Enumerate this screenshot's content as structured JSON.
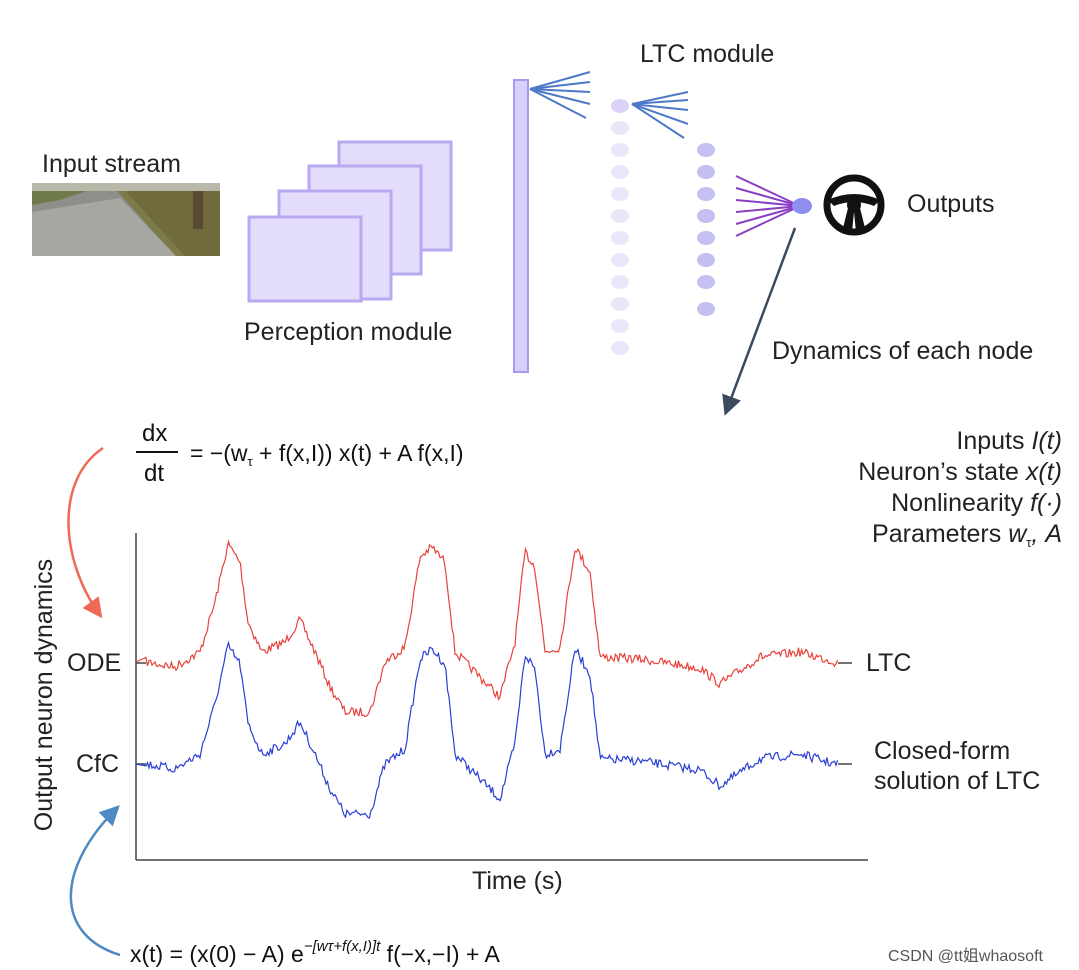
{
  "labels": {
    "input_stream": "Input stream",
    "perception_module": "Perception module",
    "ltc_module": "LTC module",
    "outputs": "Outputs",
    "dynamics_of_each_node": "Dynamics of each node",
    "output_neuron_dynamics": "Output neuron dynamics",
    "ode": "ODE",
    "cfc": "CfC",
    "ltc": "LTC",
    "closed_form_1": "Closed-form",
    "closed_form_2": "solution of LTC",
    "time_axis": "Time (s)"
  },
  "legend_terms": {
    "inputs": "Inputs",
    "inputs_sym": "I(t)",
    "state": "Neuron’s state",
    "state_sym": "x(t)",
    "nonlinearity": "Nonlinearity",
    "nonlinearity_sym": "f(·)",
    "parameters": "Parameters",
    "parameters_w": "w",
    "parameters_tau": "τ",
    "parameters_a": ", A"
  },
  "equations": {
    "ode_num": "dx",
    "ode_den": "dt",
    "ode_rhs_1": "= −(w",
    "ode_rhs_tau": "τ",
    "ode_rhs_2": " + f(x,I)) x(t) + A f(x,I)",
    "cfc_lhs": "x(t) = (x(0) − A) e",
    "cfc_exp": "−[wτ+f(x,I)]t",
    "cfc_rhs": " f(−x,−I) + A"
  },
  "watermark": "CSDN @tt姐whaosoft",
  "colors": {
    "lavender": "#c9bff5",
    "lavender_stroke": "#a898ee",
    "ltc_dot_light": "#ece6fb",
    "ltc_dot_mid": "#c5c0f2",
    "blue_line": "#4e79c7",
    "purple_line": "#8a3fc4",
    "ode_trace": "#e8413a",
    "cfc_trace": "#2a3fd4",
    "red_arrow": "#ee6a55",
    "blue_arrow": "#4d8ac4",
    "dark_arrow": "#3c4a60"
  },
  "icons": {
    "output": "steering-wheel-icon",
    "input": "road-photo-thumbnail"
  }
}
